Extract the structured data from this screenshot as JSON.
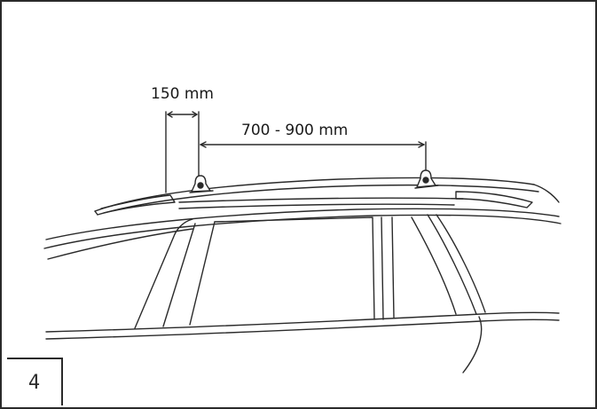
{
  "figure": {
    "dimension_mount_offset": "150 mm",
    "dimension_bar_spacing": "700 - 900 mm",
    "step_number": "4"
  },
  "colors": {
    "line": "#2a2a2a",
    "background": "#ffffff"
  }
}
